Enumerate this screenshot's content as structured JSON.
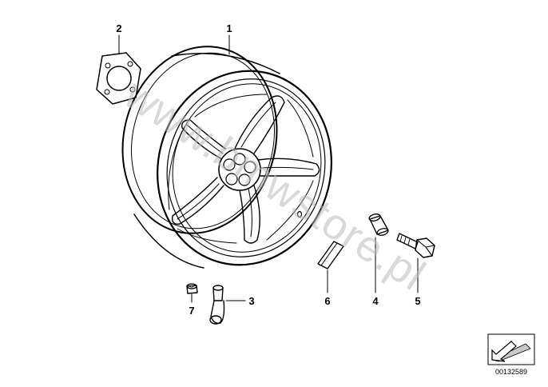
{
  "callouts": {
    "c1": "1",
    "c2": "2",
    "c3": "3",
    "c4": "4",
    "c5": "5",
    "c6": "6",
    "c7": "7"
  },
  "watermark": "www.bmwstore.pl",
  "reference_number": "00132589",
  "icons": {
    "corner_badge": "folder-arrow-icon"
  }
}
